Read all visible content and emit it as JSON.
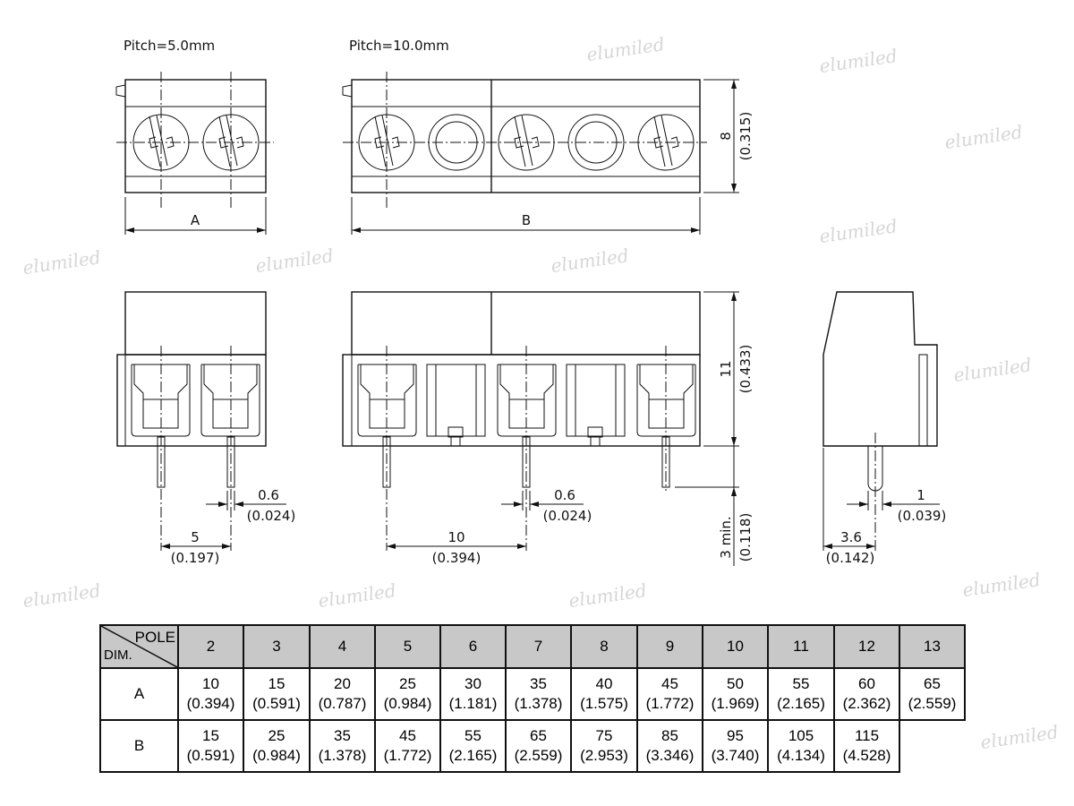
{
  "watermark": "elumiled",
  "top_views": {
    "pitch_5_label": "Pitch=5.0mm",
    "pitch_10_label": "Pitch=10.0mm",
    "dim_a_label": "A",
    "dim_b_label": "B",
    "height_value": "8",
    "height_inch": "(0.315)"
  },
  "front_views": {
    "pitch_5": {
      "value": "5",
      "inch": "(0.197)"
    },
    "pitch_10": {
      "value": "10",
      "inch": "(0.394)"
    },
    "pin_width_1": {
      "value": "0.6",
      "inch": "(0.024)"
    },
    "pin_width_2": {
      "value": "0.6",
      "inch": "(0.024)"
    },
    "body_height": {
      "value": "11",
      "inch": "(0.433)"
    },
    "pin_length": {
      "value": "3 min.",
      "inch": "(0.118)"
    }
  },
  "side_view": {
    "pin_thickness": {
      "value": "1",
      "inch": "(0.039)"
    },
    "pin_offset": {
      "value": "3.6",
      "inch": "(0.142)"
    }
  },
  "table": {
    "corner_top": "POLE",
    "corner_bottom": "DIM.",
    "poles": [
      "2",
      "3",
      "4",
      "5",
      "6",
      "7",
      "8",
      "9",
      "10",
      "11",
      "12",
      "13"
    ],
    "rows": [
      {
        "label": "A",
        "cells": [
          [
            "10",
            "(0.394)"
          ],
          [
            "15",
            "(0.591)"
          ],
          [
            "20",
            "(0.787)"
          ],
          [
            "25",
            "(0.984)"
          ],
          [
            "30",
            "(1.181)"
          ],
          [
            "35",
            "(1.378)"
          ],
          [
            "40",
            "(1.575)"
          ],
          [
            "45",
            "(1.772)"
          ],
          [
            "50",
            "(1.969)"
          ],
          [
            "55",
            "(2.165)"
          ],
          [
            "60",
            "(2.362)"
          ],
          [
            "65",
            "(2.559)"
          ]
        ]
      },
      {
        "label": "B",
        "cells": [
          [
            "15",
            "(0.591)"
          ],
          [
            "25",
            "(0.984)"
          ],
          [
            "35",
            "(1.378)"
          ],
          [
            "45",
            "(1.772)"
          ],
          [
            "55",
            "(2.165)"
          ],
          [
            "65",
            "(2.559)"
          ],
          [
            "75",
            "(2.953)"
          ],
          [
            "85",
            "(3.346)"
          ],
          [
            "95",
            "(3.740)"
          ],
          [
            "105",
            "(4.134)"
          ],
          [
            "115",
            "(4.528)"
          ]
        ]
      }
    ]
  }
}
